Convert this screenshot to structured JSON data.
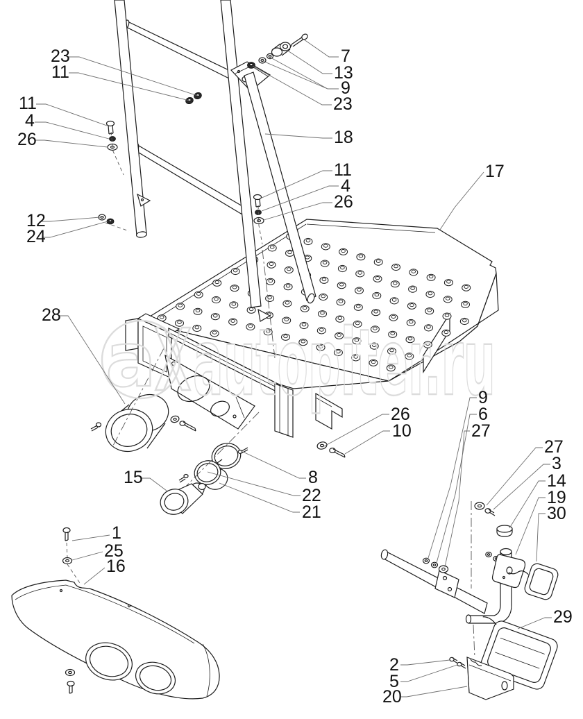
{
  "diagram": {
    "type": "exploded-parts-diagram",
    "background_color": "#ffffff",
    "line_color": "#1c1c1c",
    "watermark": {
      "text": "autopiter.ru",
      "logo_letter": "a",
      "color": "#dcdcdc"
    },
    "callouts": [
      "23",
      "11",
      "11",
      "4",
      "26",
      "12",
      "24",
      "28",
      "15",
      "1",
      "25",
      "16",
      "7",
      "13",
      "9",
      "23",
      "18",
      "11",
      "4",
      "26",
      "17",
      "26",
      "10",
      "9",
      "6",
      "27",
      "27",
      "3",
      "14",
      "19",
      "30",
      "8",
      "22",
      "21",
      "29",
      "2",
      "5",
      "20"
    ]
  }
}
